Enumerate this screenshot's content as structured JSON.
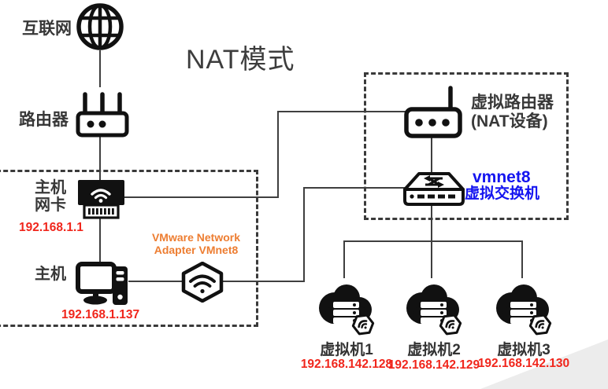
{
  "title": "NAT模式",
  "colors": {
    "label_dark": "#383838",
    "ip_red": "#f0261c",
    "adapter_orange": "#ed7d31",
    "vmnet_blue": "#1414f0",
    "line_gray": "#3f3f3f"
  },
  "nodes": {
    "internet": {
      "label": "互联网"
    },
    "router": {
      "label": "路由器"
    },
    "host_nic": {
      "label_line1": "主机",
      "label_line2": "网卡",
      "ip": "192.168.1.1"
    },
    "host": {
      "label": "主机",
      "ip": "192.168.1.137"
    },
    "vmware_adapter": {
      "label_line1": "VMware Network",
      "label_line2": "Adapter VMnet8"
    },
    "virtual_router": {
      "label_line1": "虚拟路由器",
      "label_line2": "(NAT设备)"
    },
    "virtual_switch": {
      "name": "vmnet8",
      "label": "虚拟交换机"
    },
    "vms": [
      {
        "label": "虚拟机1",
        "ip": "192.168.142.128"
      },
      {
        "label": "虚拟机2",
        "ip": "192.168.142.129"
      },
      {
        "label": "虚拟机3",
        "ip": "192.168.142.130"
      }
    ]
  }
}
